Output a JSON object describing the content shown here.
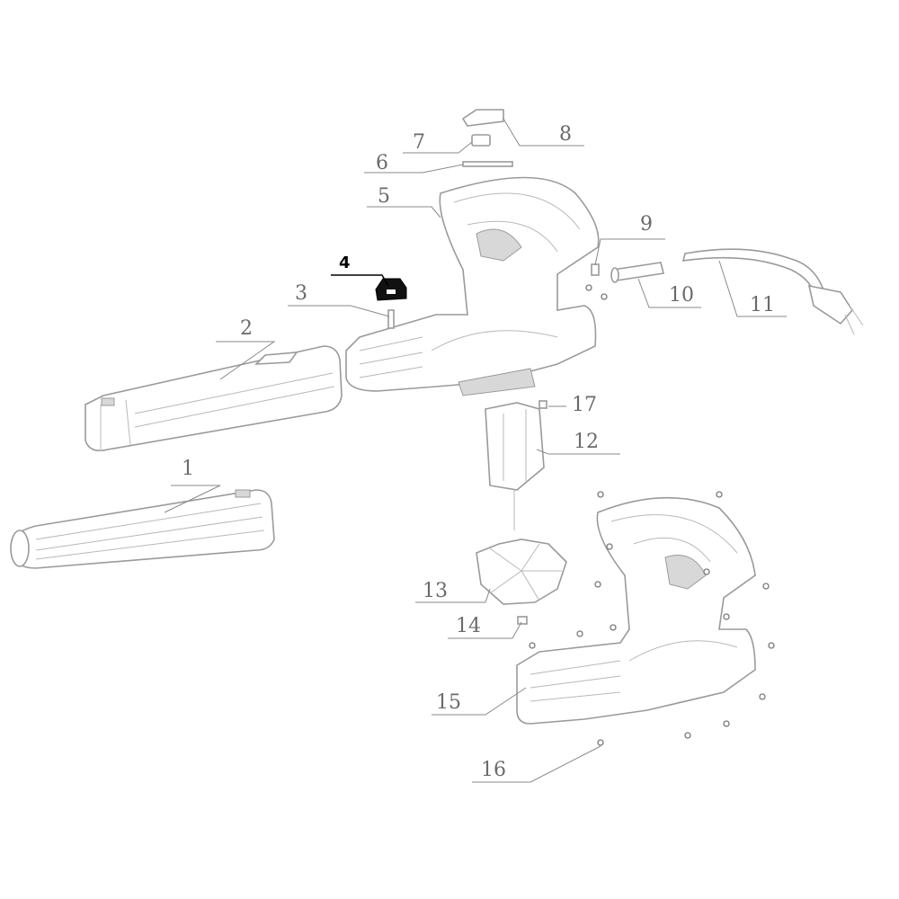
{
  "diagram": {
    "type": "exploded-parts-view",
    "highlighted_part": "4",
    "colors": {
      "highlight": "#000000",
      "outline": "#9a9a9a",
      "label": "#6a6a6a"
    },
    "labels": [
      {
        "id": "1",
        "text": "1"
      },
      {
        "id": "2",
        "text": "2"
      },
      {
        "id": "3",
        "text": "3"
      },
      {
        "id": "4",
        "text": "4"
      },
      {
        "id": "5",
        "text": "5"
      },
      {
        "id": "6",
        "text": "6"
      },
      {
        "id": "7",
        "text": "7"
      },
      {
        "id": "8",
        "text": "8"
      },
      {
        "id": "9",
        "text": "9"
      },
      {
        "id": "10",
        "text": "10"
      },
      {
        "id": "11",
        "text": "11"
      },
      {
        "id": "12",
        "text": "12"
      },
      {
        "id": "13",
        "text": "13"
      },
      {
        "id": "14",
        "text": "14"
      },
      {
        "id": "15",
        "text": "15"
      },
      {
        "id": "16",
        "text": "16"
      },
      {
        "id": "17",
        "text": "17"
      }
    ]
  }
}
